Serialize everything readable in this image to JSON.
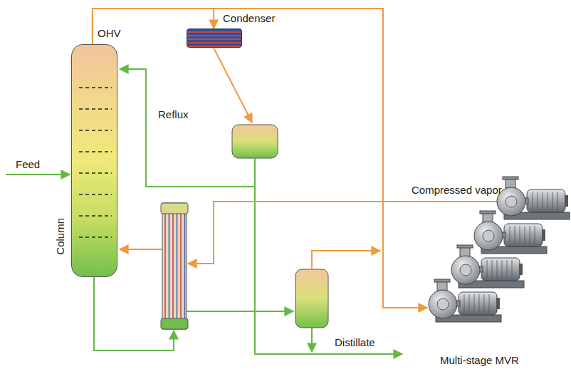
{
  "diagram": {
    "nodes": [
      {
        "text": [
          "Column"
        ]
      },
      {
        "text": [
          "Condenser"
        ]
      },
      {
        "text": [
          "Multi-stage MVR"
        ]
      }
    ],
    "edges": [
      {
        "from": 0,
        "to": 1,
        "arrow": "to"
      },
      {
        "from": 0,
        "to": 2,
        "arrow": "to"
      }
    ],
    "labels": [
      "OHV",
      "Reflux",
      "Feed",
      "Compressed vapor",
      "Distillate"
    ]
  }
}
